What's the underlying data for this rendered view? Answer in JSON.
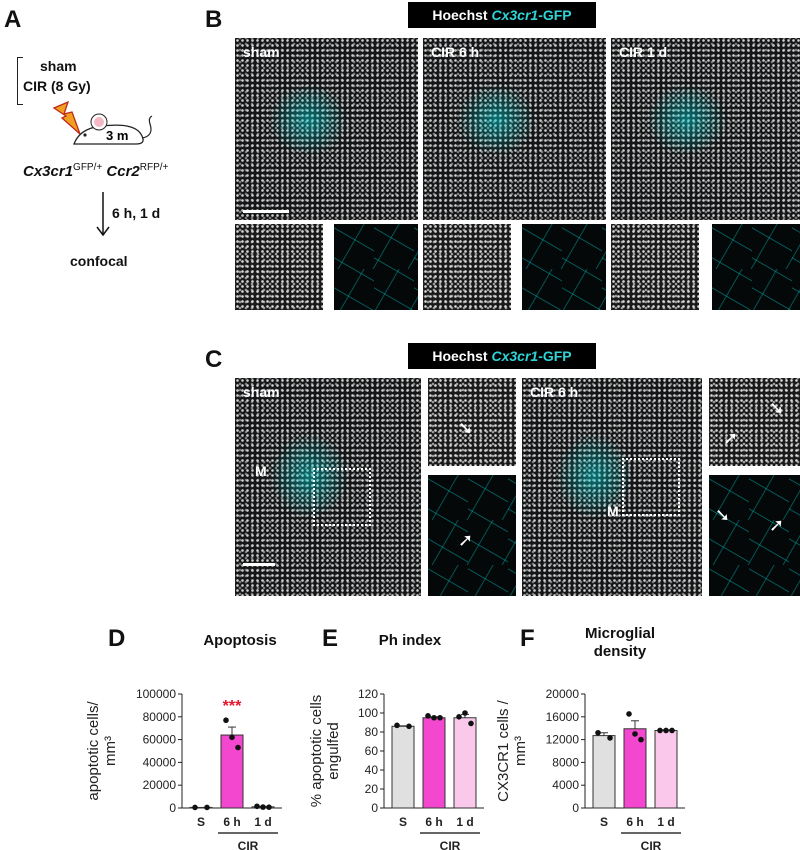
{
  "panels": {
    "A": "A",
    "B": "B",
    "C": "C",
    "D": "D",
    "E": "E",
    "F": "F"
  },
  "schematic": {
    "conditions": [
      "sham",
      "CIR (8 Gy)"
    ],
    "age": "3 m",
    "genotype": {
      "gene1": "Cx3cr1",
      "sup1": "GFP/+",
      "gene2": "Ccr2",
      "sup2": "RFP/+"
    },
    "timepoints": "6 h, 1 d",
    "method": "confocal",
    "icons": [
      "lightning-bolt-icon",
      "mouse-icon",
      "arrow-down-icon"
    ]
  },
  "stain_header": {
    "hoechst": "Hoechst",
    "gfp": "Cx3cr1",
    "gfp_suffix": "-GFP"
  },
  "panel_b": {
    "labels": [
      "sham",
      "CIR 6 h",
      "CIR 1 d"
    ]
  },
  "panel_c": {
    "labels": [
      "sham",
      "CIR 6 h"
    ],
    "cell_marker": "M"
  },
  "colors": {
    "sham": "#e0e0e0",
    "cir_6h": "#f447cf",
    "cir_1d": "#f9c8ea",
    "significance": "#e8142a",
    "gfp": "#2fd3d6"
  },
  "chart_data": [
    {
      "type": "bar",
      "title": "Apoptosis",
      "ylabel": "apoptotic cells/ mm³",
      "ylabel_lines": [
        "apoptotic cells/",
        "mm³"
      ],
      "categories": [
        "S",
        "6 h",
        "1 d"
      ],
      "group_label": "CIR",
      "values": [
        500,
        64000,
        1000
      ],
      "errors": [
        0,
        7000,
        300
      ],
      "points": [
        [
          500,
          500
        ],
        [
          77000,
          62000,
          53000
        ],
        [
          1500,
          800,
          700
        ]
      ],
      "ylim": [
        0,
        100000
      ],
      "ticks": [
        0,
        20000,
        40000,
        60000,
        80000,
        100000
      ],
      "annotation": {
        "category": "6 h",
        "text": "***"
      }
    },
    {
      "type": "bar",
      "title": "Ph index",
      "ylabel": "% apoptotic cells engulfed",
      "ylabel_lines": [
        "% apoptotic cells",
        "engulfed"
      ],
      "categories": [
        "S",
        "6 h",
        "1 d"
      ],
      "group_label": "CIR",
      "values": [
        86,
        95,
        95
      ],
      "errors": [
        0.5,
        1,
        3.5
      ],
      "points": [
        [
          87,
          86
        ],
        [
          97,
          95,
          95
        ],
        [
          96,
          100,
          89
        ]
      ],
      "ylim": [
        0,
        120
      ],
      "ticks": [
        0,
        20,
        40,
        60,
        80,
        100,
        120
      ]
    },
    {
      "type": "bar",
      "title": "Microglial density",
      "ylabel": "CX3CR1 cells / mm³",
      "ylabel_lines": [
        "CX3CR1 cells /",
        "mm³"
      ],
      "categories": [
        "S",
        "6 h",
        "1 d"
      ],
      "group_label": "CIR",
      "values": [
        12700,
        13900,
        13600
      ],
      "errors": [
        500,
        1400,
        100
      ],
      "points": [
        [
          13200,
          12300
        ],
        [
          16500,
          13000,
          12000
        ],
        [
          13600,
          13600,
          13600
        ]
      ],
      "ylim": [
        0,
        20000
      ],
      "ticks": [
        0,
        4000,
        8000,
        12000,
        16000,
        20000
      ]
    }
  ]
}
